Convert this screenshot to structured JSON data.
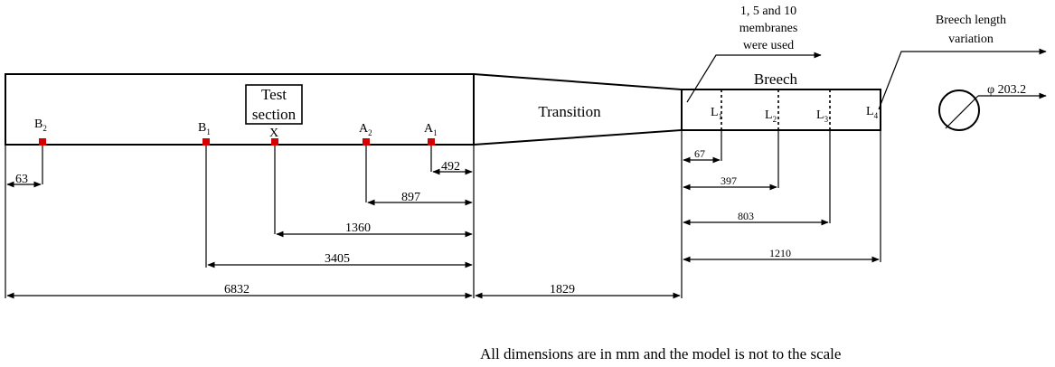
{
  "labels": {
    "test_section_line1": "Test",
    "test_section_line2": "section",
    "transition": "Transition",
    "breech": "Breech",
    "membranes_line1": "1, 5 and 10",
    "membranes_line2": "membranes",
    "membranes_line3": "were used",
    "breech_var_line1": "Breech length",
    "breech_var_line2": "variation",
    "diameter": "φ 203.2",
    "footnote": "All dimensions are in mm and the model is not to the scale"
  },
  "sensors": {
    "B2": {
      "letter": "B",
      "sub": "2"
    },
    "B1": {
      "letter": "B",
      "sub": "1"
    },
    "X": {
      "letter": "X",
      "sub": ""
    },
    "A2": {
      "letter": "A",
      "sub": "2"
    },
    "A1": {
      "letter": "A",
      "sub": "1"
    }
  },
  "breech_positions": {
    "L1": {
      "letter": "L",
      "sub": "1"
    },
    "L2": {
      "letter": "L",
      "sub": "2"
    },
    "L3": {
      "letter": "L",
      "sub": "3"
    },
    "L4": {
      "letter": "L",
      "sub": "4"
    }
  },
  "dimensions": {
    "d63": "63",
    "d492": "492",
    "d897": "897",
    "d1360": "1360",
    "d3405": "3405",
    "d6832": "6832",
    "d1829": "1829",
    "d67": "67",
    "d397": "397",
    "d803": "803",
    "d1210": "1210"
  },
  "colors": {
    "sensor": "#d40000",
    "line": "#000000"
  }
}
